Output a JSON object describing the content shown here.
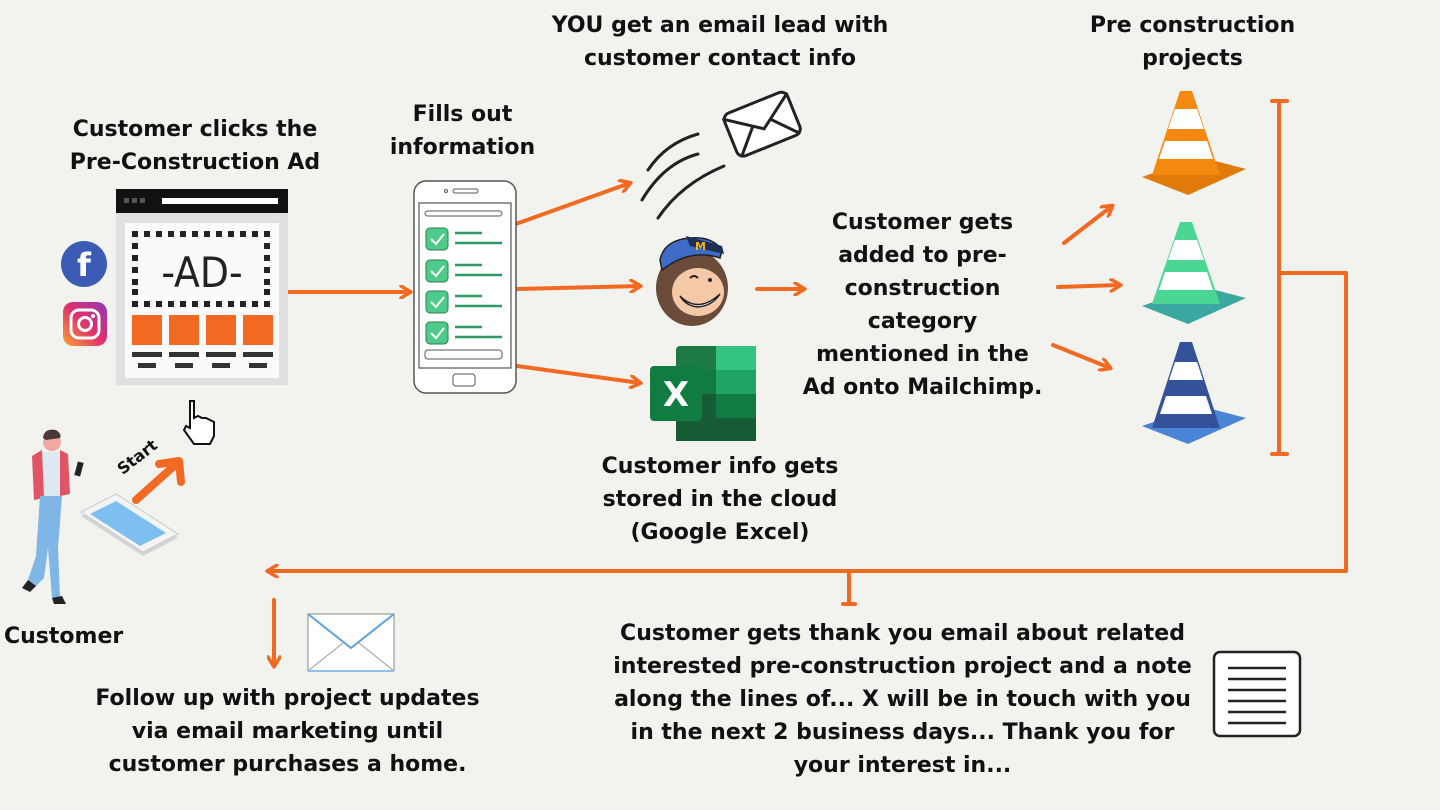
{
  "theme": {
    "background": "#f2f2ee",
    "arrow_color": "#f26a22",
    "text_color": "#111111"
  },
  "steps": {
    "ad_click": {
      "label": "Customer clicks the\nPre-Construction Ad",
      "ad_text": "-AD-"
    },
    "fill_info": {
      "label": "Fills out\ninformation"
    },
    "email_lead": {
      "label": "YOU get an email lead with\ncustomer contact info"
    },
    "mailchimp": {
      "label": "Customer gets\nadded to pre-\nconstruction\ncategory\nmentioned in the\nAd onto Mailchimp."
    },
    "excel": {
      "label": "Customer info gets\nstored in the cloud\n(Google Excel)",
      "icon_letter": "X"
    },
    "projects": {
      "label": "Pre construction\nprojects"
    },
    "customer": {
      "label": "Customer",
      "start_label": "Start"
    },
    "follow_up": {
      "label": "Follow up with project updates\nvia email marketing until\ncustomer purchases a home."
    },
    "thank_you": {
      "label": "Customer gets thank you email about related\ninterested pre-construction project and a note\nalong the lines of... X will be in touch with you\nin the next 2 business days... Thank you for\nyour interest in..."
    }
  },
  "icons": {
    "social": [
      "facebook-icon",
      "instagram-icon"
    ],
    "cones": [
      {
        "name": "orange-cone",
        "body": "#f5890f",
        "base": "#e07a0a"
      },
      {
        "name": "green-cone",
        "body": "#4cd694",
        "base": "#3aa8a0"
      },
      {
        "name": "blue-cone",
        "body": "#34529a",
        "base": "#4a84d6"
      }
    ]
  }
}
